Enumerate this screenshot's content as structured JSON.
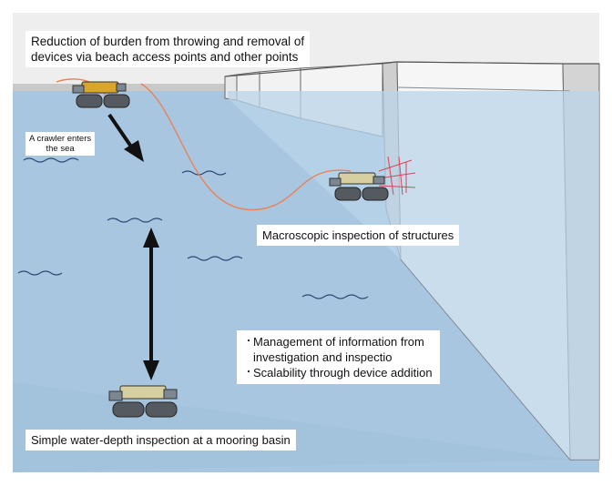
{
  "labels": {
    "beach_access": {
      "line1": "Reduction of burden from throwing and removal of",
      "line2": "devices via beach access points and other points"
    },
    "crawler_enters": {
      "line1": "A crawler enters",
      "line2": "the sea"
    },
    "macroscopic": "Macroscopic inspection of structures",
    "management": {
      "bullet1_line1": "Management of information from",
      "bullet1_line2": "investigation and inspectio",
      "bullet2": "Scalability through device addition",
      "bullet_glyph": "・"
    },
    "mooring": "Simple water-depth inspection at a mooring basin"
  },
  "colors": {
    "sea": "#a8c6df",
    "sea_deep": "#93b6d3",
    "wall": "#f4f4f4",
    "wall_shade": "#d6d6d6",
    "cable": "#e8835a",
    "crawler_body": "#d8a62a",
    "crawler_track": "#555a60",
    "arrow": "#111111"
  },
  "icons": [
    "crawler-robot-icon",
    "sonar-scan-icon",
    "down-arrow-icon",
    "double-arrow-icon"
  ]
}
